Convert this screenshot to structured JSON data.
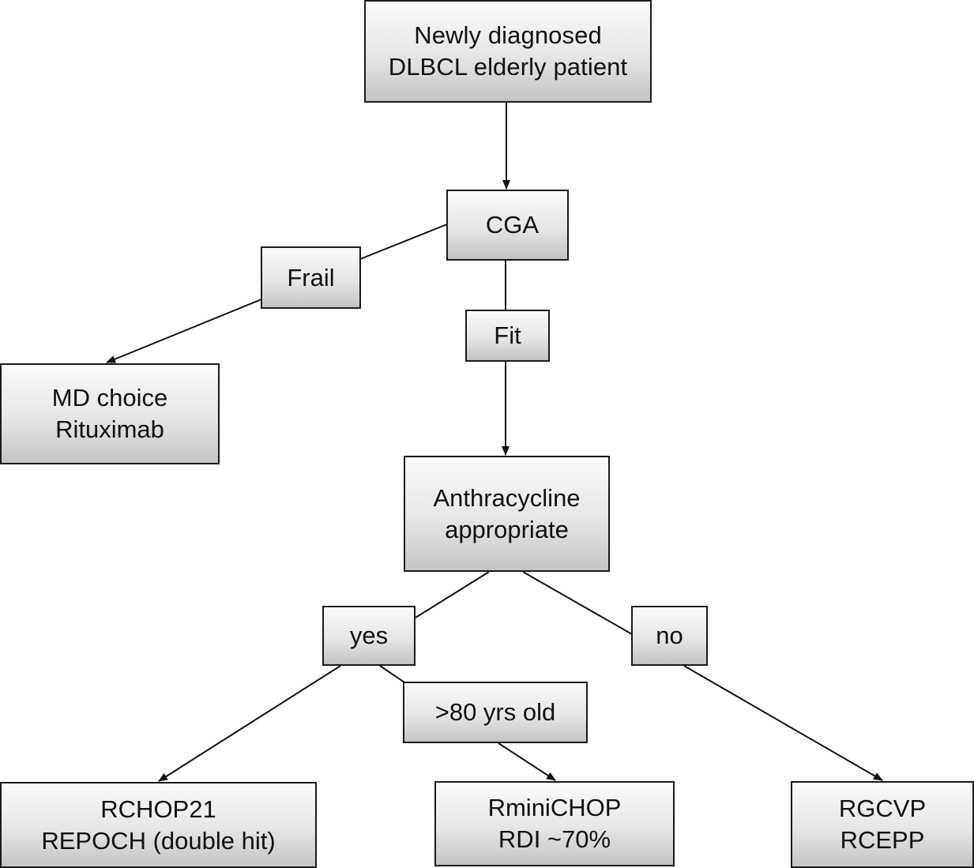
{
  "diagram": {
    "type": "flowchart",
    "colors": {
      "box_border": "#1a1a1a",
      "box_gradient_top": "#fafafa",
      "box_gradient_bottom": "#c4c4c4",
      "text": "#111111",
      "edge": "#111111",
      "background": "#ffffff"
    },
    "nodes": {
      "root": {
        "lines": [
          "Newly diagnosed",
          "DLBCL elderly patient"
        ]
      },
      "cga": {
        "lines": [
          "CGA"
        ]
      },
      "frail": {
        "lines": [
          "Frail"
        ]
      },
      "fit": {
        "lines": [
          "Fit"
        ]
      },
      "md": {
        "lines": [
          "MD choice",
          "Rituximab"
        ]
      },
      "anthra": {
        "lines": [
          "Anthracycline",
          "appropriate"
        ]
      },
      "yes": {
        "lines": [
          "yes"
        ]
      },
      "no": {
        "lines": [
          "no"
        ]
      },
      "over80": {
        "lines": [
          ">80 yrs old"
        ]
      },
      "rchop": {
        "lines": [
          "RCHOP21",
          "REPOCH (double hit)"
        ]
      },
      "rmini": {
        "lines": [
          "RminiCHOP",
          "RDI ~70%"
        ]
      },
      "rgcvp": {
        "lines": [
          "RGCVP",
          "RCEPP"
        ]
      }
    },
    "edges": [
      {
        "from": "root",
        "to": "cga",
        "arrow": true
      },
      {
        "from": "cga",
        "to": "frail",
        "arrow": false
      },
      {
        "from": "frail",
        "to": "md",
        "arrow": true
      },
      {
        "from": "cga",
        "to": "fit",
        "arrow": false
      },
      {
        "from": "fit",
        "to": "anthra",
        "arrow": true
      },
      {
        "from": "anthra",
        "to": "yes",
        "arrow": false
      },
      {
        "from": "anthra",
        "to": "no",
        "arrow": false
      },
      {
        "from": "yes",
        "to": "rchop",
        "arrow": true
      },
      {
        "from": "yes",
        "to": "over80",
        "arrow": false
      },
      {
        "from": "over80",
        "to": "rmini",
        "arrow": true
      },
      {
        "from": "no",
        "to": "rgcvp",
        "arrow": true
      }
    ]
  }
}
